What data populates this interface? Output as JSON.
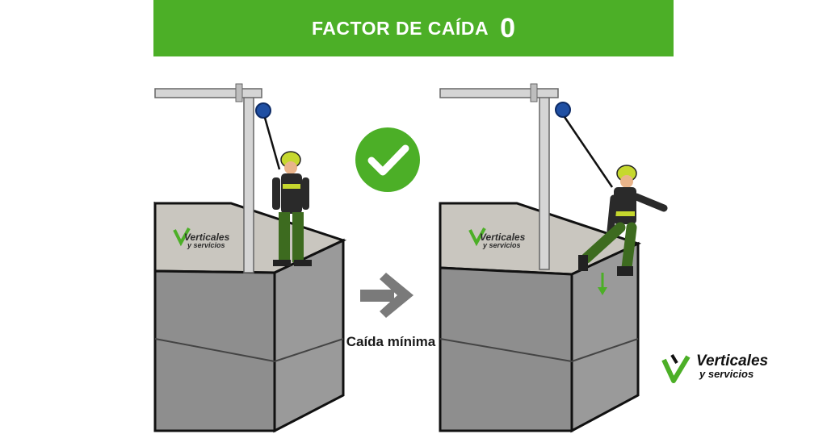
{
  "header": {
    "title": "FACTOR DE CAÍDA",
    "factor_value": "0"
  },
  "caption": "Caída mínima",
  "brand": {
    "line1": "Verticales",
    "line2": "y servicios"
  },
  "colors": {
    "accent_green": "#4caf27",
    "arrow_gray": "#7a7a7a",
    "box_fill": "#8e8e8e",
    "roof_fill": "#c9c6bf",
    "helmet": "#c6d82e"
  },
  "icons": {
    "approval": "check-circle-icon",
    "direction": "arrow-right-icon",
    "fall": "arrow-down-icon"
  }
}
